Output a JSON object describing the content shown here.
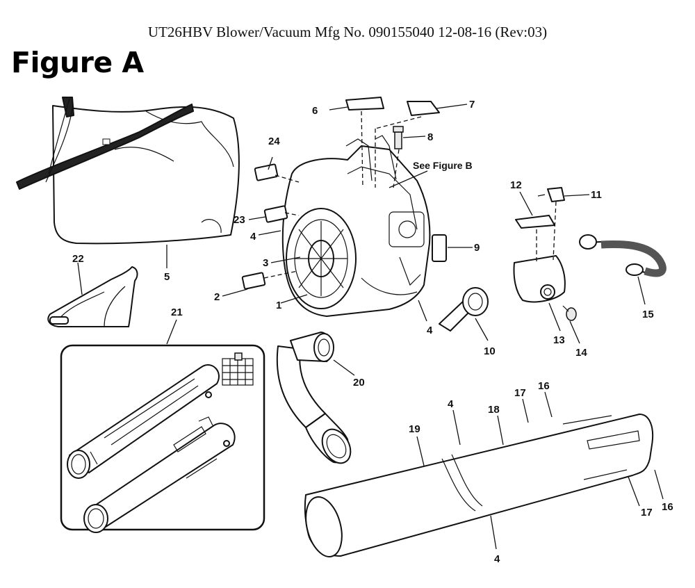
{
  "header": {
    "title": "UT26HBV Blower/Vacuum Mfg No. 090155040 12-08-16 (Rev:03)"
  },
  "figure": {
    "label": "Figure A"
  },
  "note": {
    "see_figure": "See Figure B"
  },
  "callouts": {
    "c1": "1",
    "c2": "2",
    "c3": "3",
    "c4a": "4",
    "c4b": "4",
    "c4c": "4",
    "c4d": "4",
    "c5": "5",
    "c6": "6",
    "c7": "7",
    "c8": "8",
    "c9": "9",
    "c10": "10",
    "c11": "11",
    "c12": "12",
    "c13": "13",
    "c14": "14",
    "c15": "15",
    "c16a": "16",
    "c16b": "16",
    "c17a": "17",
    "c17b": "17",
    "c18": "18",
    "c19": "19",
    "c20": "20",
    "c21": "21",
    "c22": "22",
    "c23": "23",
    "c24": "24"
  }
}
